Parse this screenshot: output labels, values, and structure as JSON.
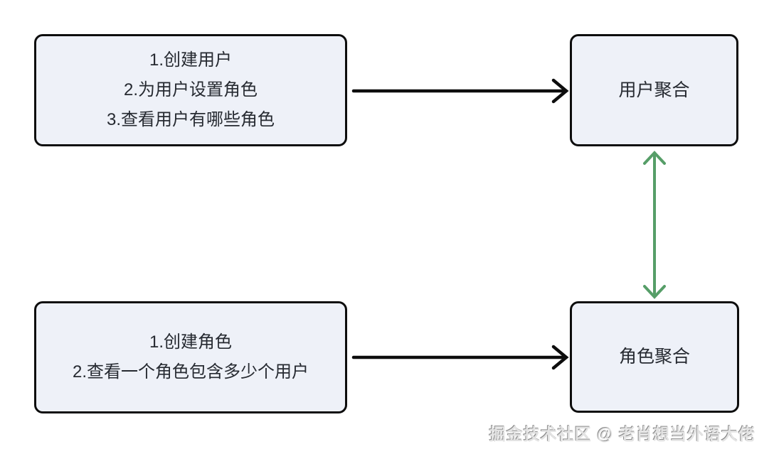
{
  "diagram": {
    "colors": {
      "background": "#ffffff",
      "node_fill": "#eef1f8",
      "node_border": "#0d0d0d",
      "text": "#262a31",
      "arrow_black": "#0d0d0d",
      "arrow_green": "#569e68",
      "watermark_gray": "#8c8c8c"
    },
    "nodes": {
      "user_ops": {
        "lines": [
          "1.创建用户",
          "2.为用户设置角色",
          "3.查看用户有哪些角色"
        ]
      },
      "user_agg": {
        "label": "用户聚合"
      },
      "role_ops": {
        "lines": [
          "1.创建角色",
          "2.查看一个角色包含多少个用户"
        ]
      },
      "role_agg": {
        "label": "角色聚合"
      }
    },
    "edges": [
      {
        "from": "user_ops",
        "to": "user_agg",
        "style": "black-arrow"
      },
      {
        "from": "role_ops",
        "to": "role_agg",
        "style": "black-arrow"
      },
      {
        "from": "user_agg",
        "to": "role_agg",
        "style": "green-double-arrow"
      }
    ],
    "watermark": "掘金技术社区 @ 老肖想当外语大佬"
  }
}
